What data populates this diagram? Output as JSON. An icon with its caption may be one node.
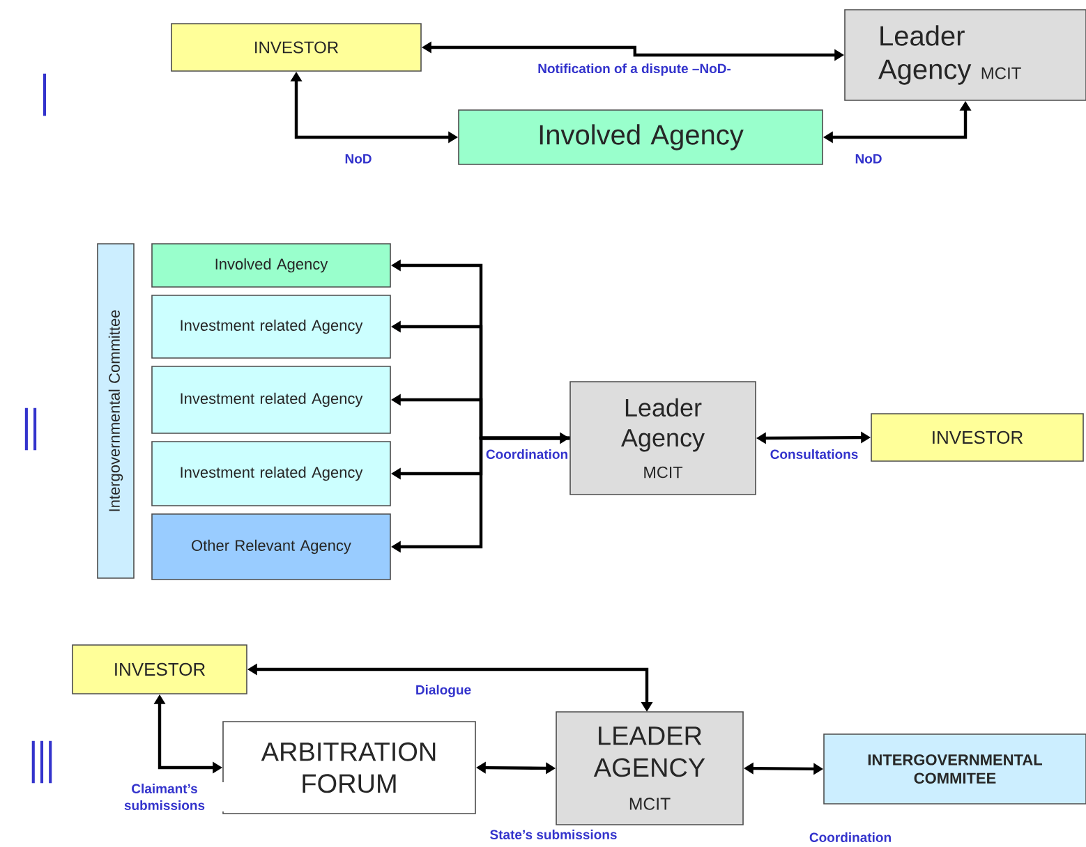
{
  "diagram": {
    "nodes": [
      {
        "text": [
          "INVESTOR"
        ]
      },
      {
        "text": [
          "Leader Agency",
          "MCIT"
        ]
      },
      {
        "text": [
          "Involved Agency"
        ]
      },
      {
        "text": [
          "Intergovernmental Committee"
        ]
      },
      {
        "text": [
          "Involved Agency"
        ]
      },
      {
        "text": [
          "Investment related Agency"
        ]
      },
      {
        "text": [
          "Investment related Agency"
        ]
      },
      {
        "text": [
          "Investment related Agency"
        ]
      },
      {
        "text": [
          "Other Relevant Agency"
        ]
      },
      {
        "text": [
          "Leader Agency",
          "MCIT"
        ]
      },
      {
        "text": [
          "INVESTOR"
        ]
      },
      {
        "text": [
          "INVESTOR"
        ]
      },
      {
        "text": [
          "ARBITRATION FORUM"
        ]
      },
      {
        "text": [
          "LEADER AGENCY",
          "MCIT"
        ]
      },
      {
        "text": [
          "INTERGOVERNMENTAL COMMITEE"
        ]
      }
    ],
    "edges": [
      {
        "from": 0,
        "to": 1,
        "arrow": "both",
        "label": "Notification of a dispute –NoD-"
      },
      {
        "from": 0,
        "to": 2,
        "arrow": "both",
        "label": "NoD"
      },
      {
        "from": 2,
        "to": 1,
        "arrow": "both",
        "label": "NoD"
      },
      {
        "from": 9,
        "to": 4,
        "arrow": "both",
        "label": "Coordination"
      },
      {
        "from": 9,
        "to": 5,
        "arrow": "to"
      },
      {
        "from": 9,
        "to": 6,
        "arrow": "to"
      },
      {
        "from": 9,
        "to": 7,
        "arrow": "to"
      },
      {
        "from": 9,
        "to": 8,
        "arrow": "to"
      },
      {
        "from": 9,
        "to": 10,
        "arrow": "both",
        "label": "Consultations"
      },
      {
        "from": 11,
        "to": 13,
        "arrow": "both",
        "label": "Dialogue"
      },
      {
        "from": 11,
        "to": 12,
        "arrow": "both",
        "label": "Claimant’s submissions"
      },
      {
        "from": 12,
        "to": 13,
        "arrow": "both",
        "label": "State’s submissions"
      },
      {
        "from": 13,
        "to": 14,
        "arrow": "both",
        "label": "Coordination"
      }
    ],
    "labels": [
      "I",
      "II",
      "III"
    ]
  }
}
